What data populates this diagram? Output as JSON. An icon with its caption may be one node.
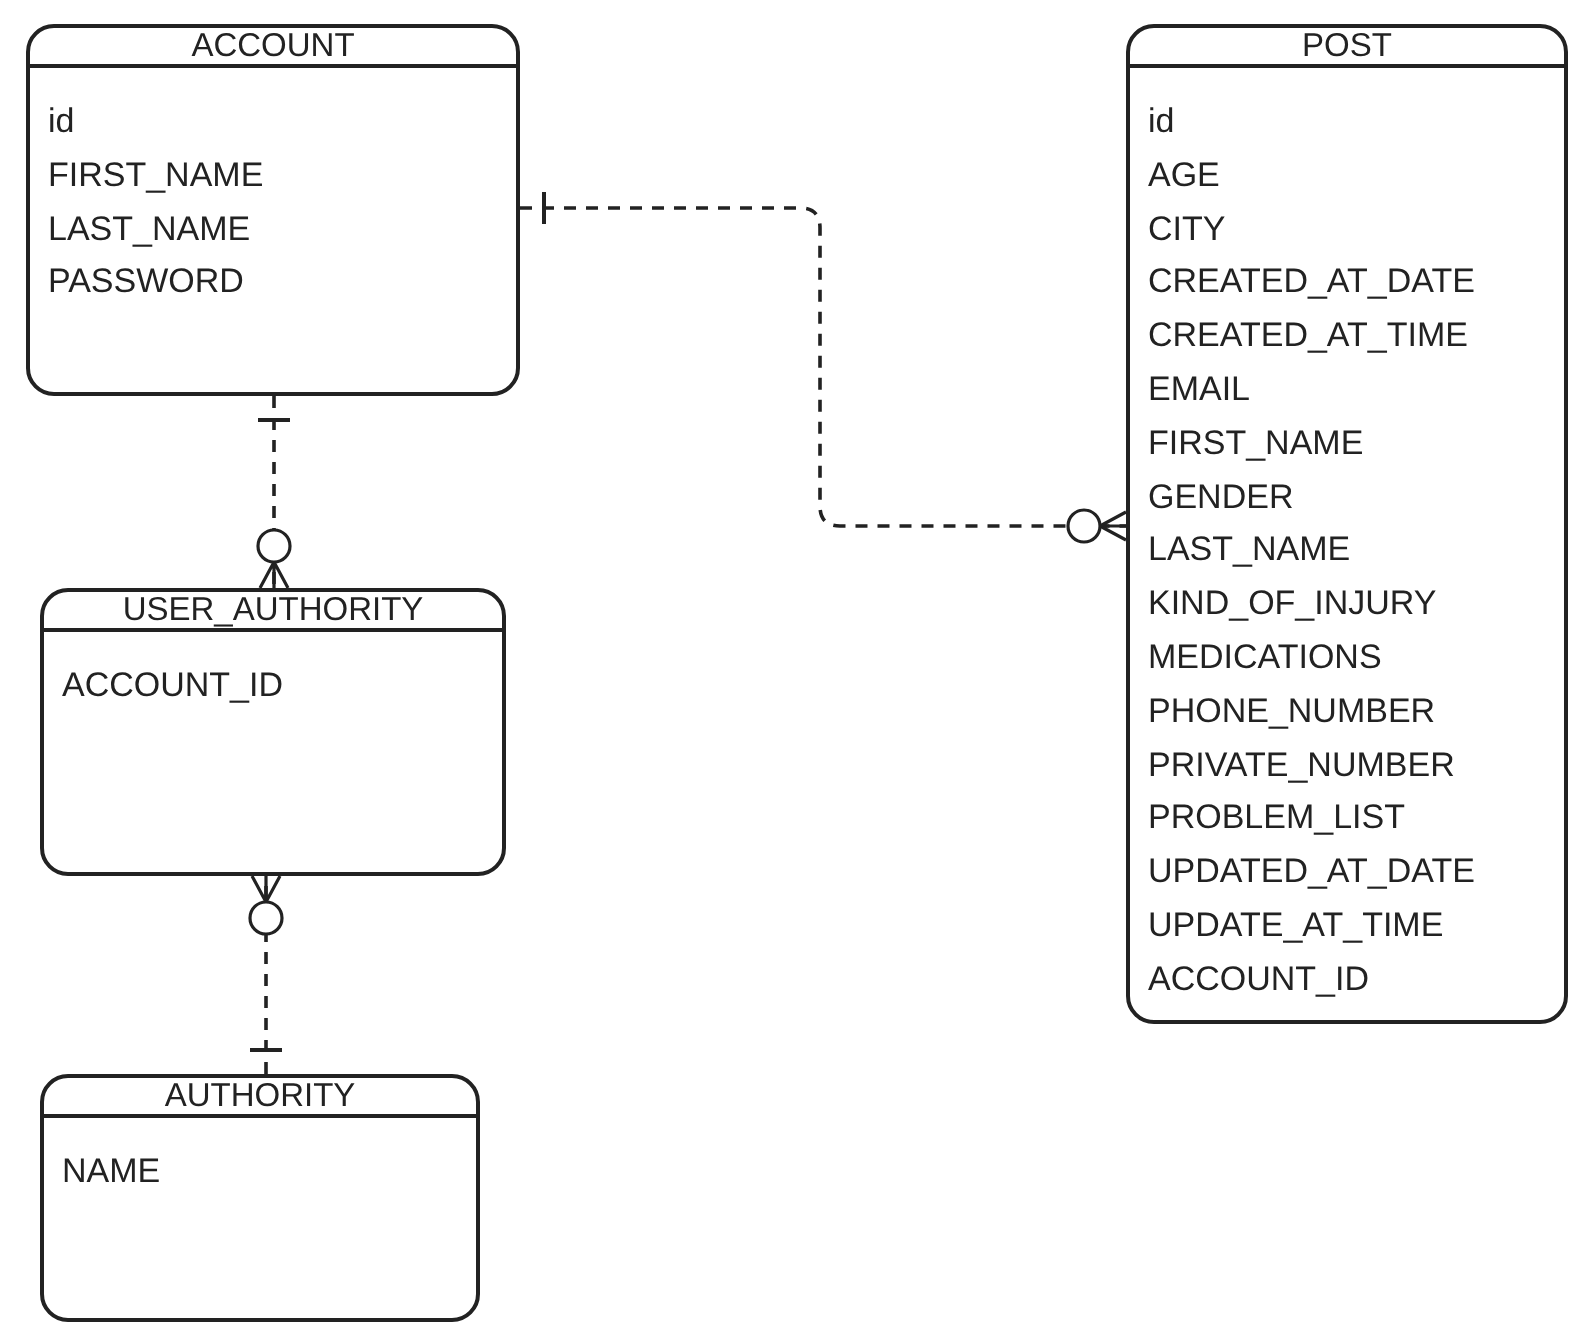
{
  "diagram": {
    "nodes": [
      {
        "text": [
          "ACCOUNT",
          "id",
          "FIRST_NAME",
          "LAST_NAME",
          "PASSWORD"
        ]
      },
      {
        "text": [
          "POST",
          "id",
          "AGE",
          "CITY",
          "CREATED_AT_DATE",
          "CREATED_AT_TIME",
          "EMAIL",
          "FIRST_NAME",
          "GENDER",
          "LAST_NAME",
          "KIND_OF_INJURY",
          "MEDICATIONS",
          "PHONE_NUMBER",
          "PRIVATE_NUMBER",
          "PROBLEM_LIST",
          "UPDATED_AT_DATE",
          "UPDATE_AT_TIME",
          "ACCOUNT_ID"
        ]
      },
      {
        "text": [
          "USER_AUTHORITY",
          "ACCOUNT_ID"
        ]
      },
      {
        "text": [
          "AUTHORITY",
          "NAME"
        ]
      }
    ],
    "edges": [
      {
        "from": 0,
        "to": 2,
        "arrow": "other",
        "style": "dashed"
      },
      {
        "from": 3,
        "to": 2,
        "arrow": "other",
        "style": "dashed"
      },
      {
        "from": 0,
        "to": 1,
        "arrow": "other",
        "style": "dashed"
      }
    ]
  }
}
